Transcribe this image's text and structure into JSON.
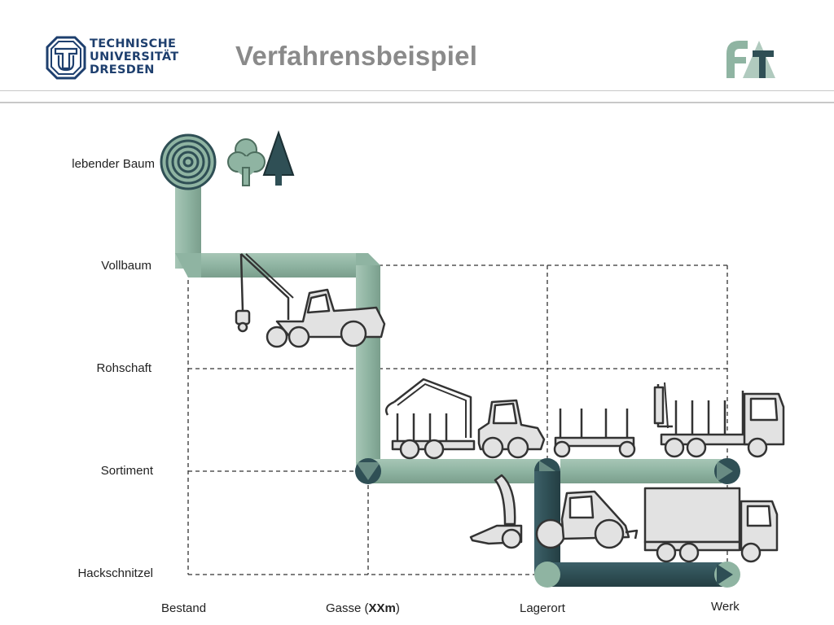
{
  "header": {
    "institution_line1": "TECHNISCHE",
    "institution_line2": "UNIVERSITÄT",
    "institution_line3": "DRESDEN",
    "title": "Verfahrensbeispiel"
  },
  "diagram": {
    "rows": [
      "lebender Baum",
      "Vollbaum",
      "Rohschaft",
      "Sortiment",
      "Hackschnitzel"
    ],
    "columns": {
      "bestand": "Bestand",
      "gasse_prefix": "Gasse (",
      "gasse_bold": "XXm",
      "gasse_suffix": ")",
      "lagerort": "Lagerort",
      "werk": "Werk"
    },
    "colors": {
      "light_green": "#8fb4a2",
      "dark_teal": "#2f4f55",
      "grid": "#333333",
      "machine_fill": "#e2e2e2",
      "machine_stroke": "#333333"
    }
  }
}
